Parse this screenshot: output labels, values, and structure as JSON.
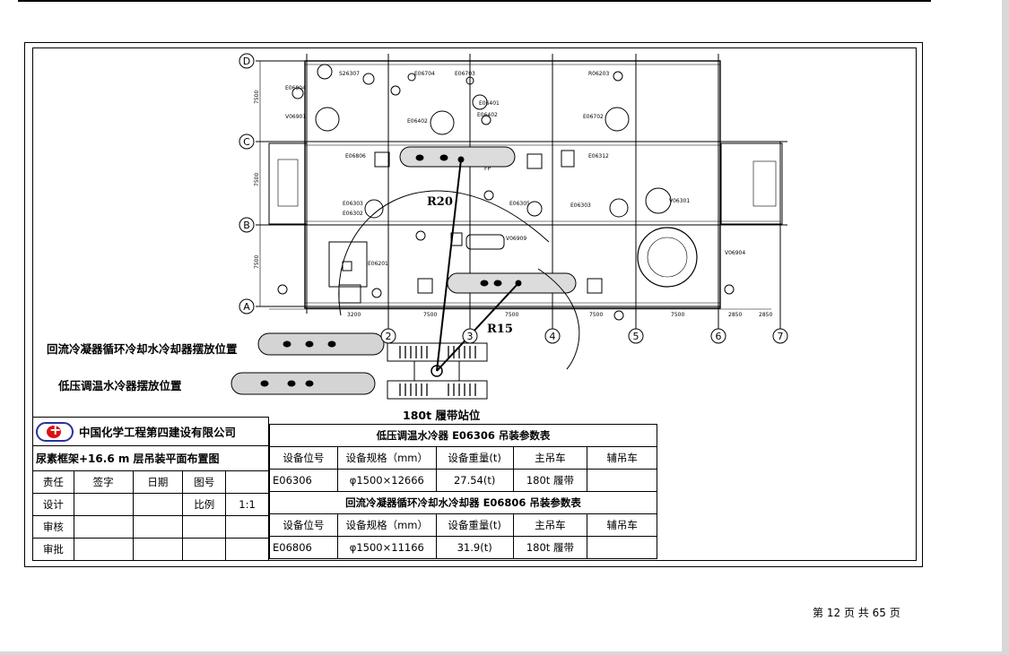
{
  "company": "中国化学工程第四建设有限公司",
  "drawing_title": "尿素框架+16.6 m 层吊装平面布置图",
  "labels": {
    "reflux_position": "回流冷凝器循环冷却水冷却器摆放位置",
    "lowpressure_position": "低压调温水冷器摆放位置",
    "crawler_station": "180t 履带站位",
    "r20": "R20",
    "r15": "R15"
  },
  "grid": {
    "rows": [
      "D",
      "C",
      "B",
      "A"
    ],
    "cols": [
      "2",
      "3",
      "4",
      "5",
      "6",
      "7"
    ]
  },
  "dims": {
    "bottom": [
      "3200",
      "7500",
      "7500",
      "7500",
      "7500",
      "2850",
      "2850"
    ],
    "left": [
      "7500",
      "7500",
      "7500"
    ]
  },
  "equipment_tags": [
    "S26307",
    "E06704",
    "E06703",
    "R06203",
    "E06804",
    "E06401",
    "V06901",
    "E06402",
    "E06402",
    "E06702",
    "E06806",
    "E06312",
    "E06303",
    "E06302",
    "E06305",
    "E06303",
    "V06301",
    "V06909",
    "E06201",
    "V06904",
    "FP"
  ],
  "titleblock": {
    "row1": [
      "责任",
      "签字",
      "日期",
      "图号"
    ],
    "row2": [
      "设计",
      "",
      "",
      "比例",
      "1:1"
    ],
    "row3": [
      "审核"
    ],
    "row4": [
      "审批"
    ]
  },
  "table1": {
    "title": "低压调温水冷器 E06306 吊装参数表",
    "headers": [
      "设备位号",
      "设备规格（mm）",
      "设备重量(t)",
      "主吊车",
      "辅吊车"
    ],
    "row": [
      "E06306",
      "φ1500×12666",
      "27.54(t)",
      "180t 履带",
      ""
    ]
  },
  "table2": {
    "title": "回流冷凝器循环冷却水冷却器 E06806 吊装参数表",
    "headers": [
      "设备位号",
      "设备规格（mm）",
      "设备重量(t)",
      "主吊车",
      "辅吊车"
    ],
    "row": [
      "E06806",
      "φ1500×11166",
      "31.9(t)",
      "180t 履带",
      ""
    ]
  },
  "page": {
    "prefix": "第",
    "current": "12",
    "mid": "页 共",
    "total": "65",
    "suffix": "页"
  }
}
